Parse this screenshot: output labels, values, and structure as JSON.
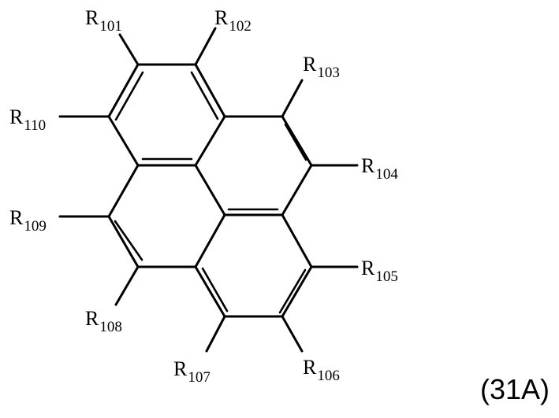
{
  "figure": {
    "caption": "(31A)",
    "structure": "pyrene core with ten substituents",
    "substituents": [
      {
        "id": "R101",
        "letter": "R",
        "num": "101"
      },
      {
        "id": "R102",
        "letter": "R",
        "num": "102"
      },
      {
        "id": "R103",
        "letter": "R",
        "num": "103"
      },
      {
        "id": "R104",
        "letter": "R",
        "num": "104"
      },
      {
        "id": "R105",
        "letter": "R",
        "num": "105"
      },
      {
        "id": "R106",
        "letter": "R",
        "num": "106"
      },
      {
        "id": "R107",
        "letter": "R",
        "num": "107"
      },
      {
        "id": "R108",
        "letter": "R",
        "num": "108"
      },
      {
        "id": "R109",
        "letter": "R",
        "num": "109"
      },
      {
        "id": "R110",
        "letter": "R",
        "num": "110"
      }
    ]
  }
}
